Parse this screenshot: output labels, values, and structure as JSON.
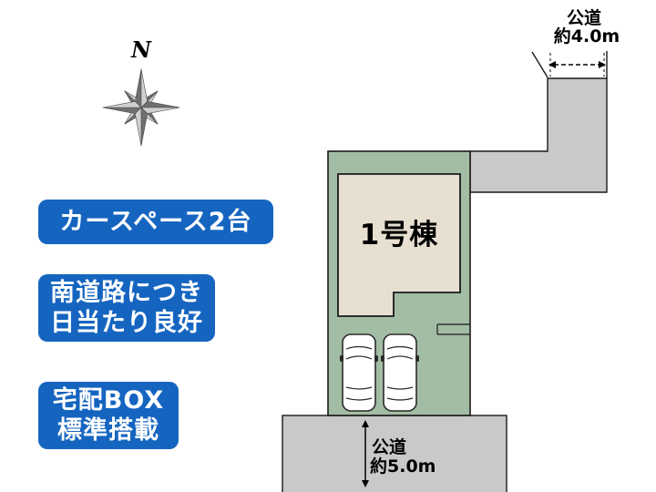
{
  "compass": {
    "north_label": "N"
  },
  "badges": {
    "car_space": {
      "line1": "カースペース2台"
    },
    "south_road": {
      "line1": "南道路につき",
      "line2": "日当たり良好"
    },
    "delivery_box": {
      "line1": "宅配BOX",
      "line2": "標準搭載"
    }
  },
  "plot": {
    "building_label": "1号棟",
    "top_road": {
      "name": "公道",
      "width": "約4.0m"
    },
    "bottom_road": {
      "name": "公道",
      "width": "約5.0m"
    }
  },
  "colors": {
    "badge_blue": "#1565c0",
    "plot_green": "#a3bda4",
    "building_cream": "#e7dfd0",
    "road_gray": "#c9c9c9"
  }
}
